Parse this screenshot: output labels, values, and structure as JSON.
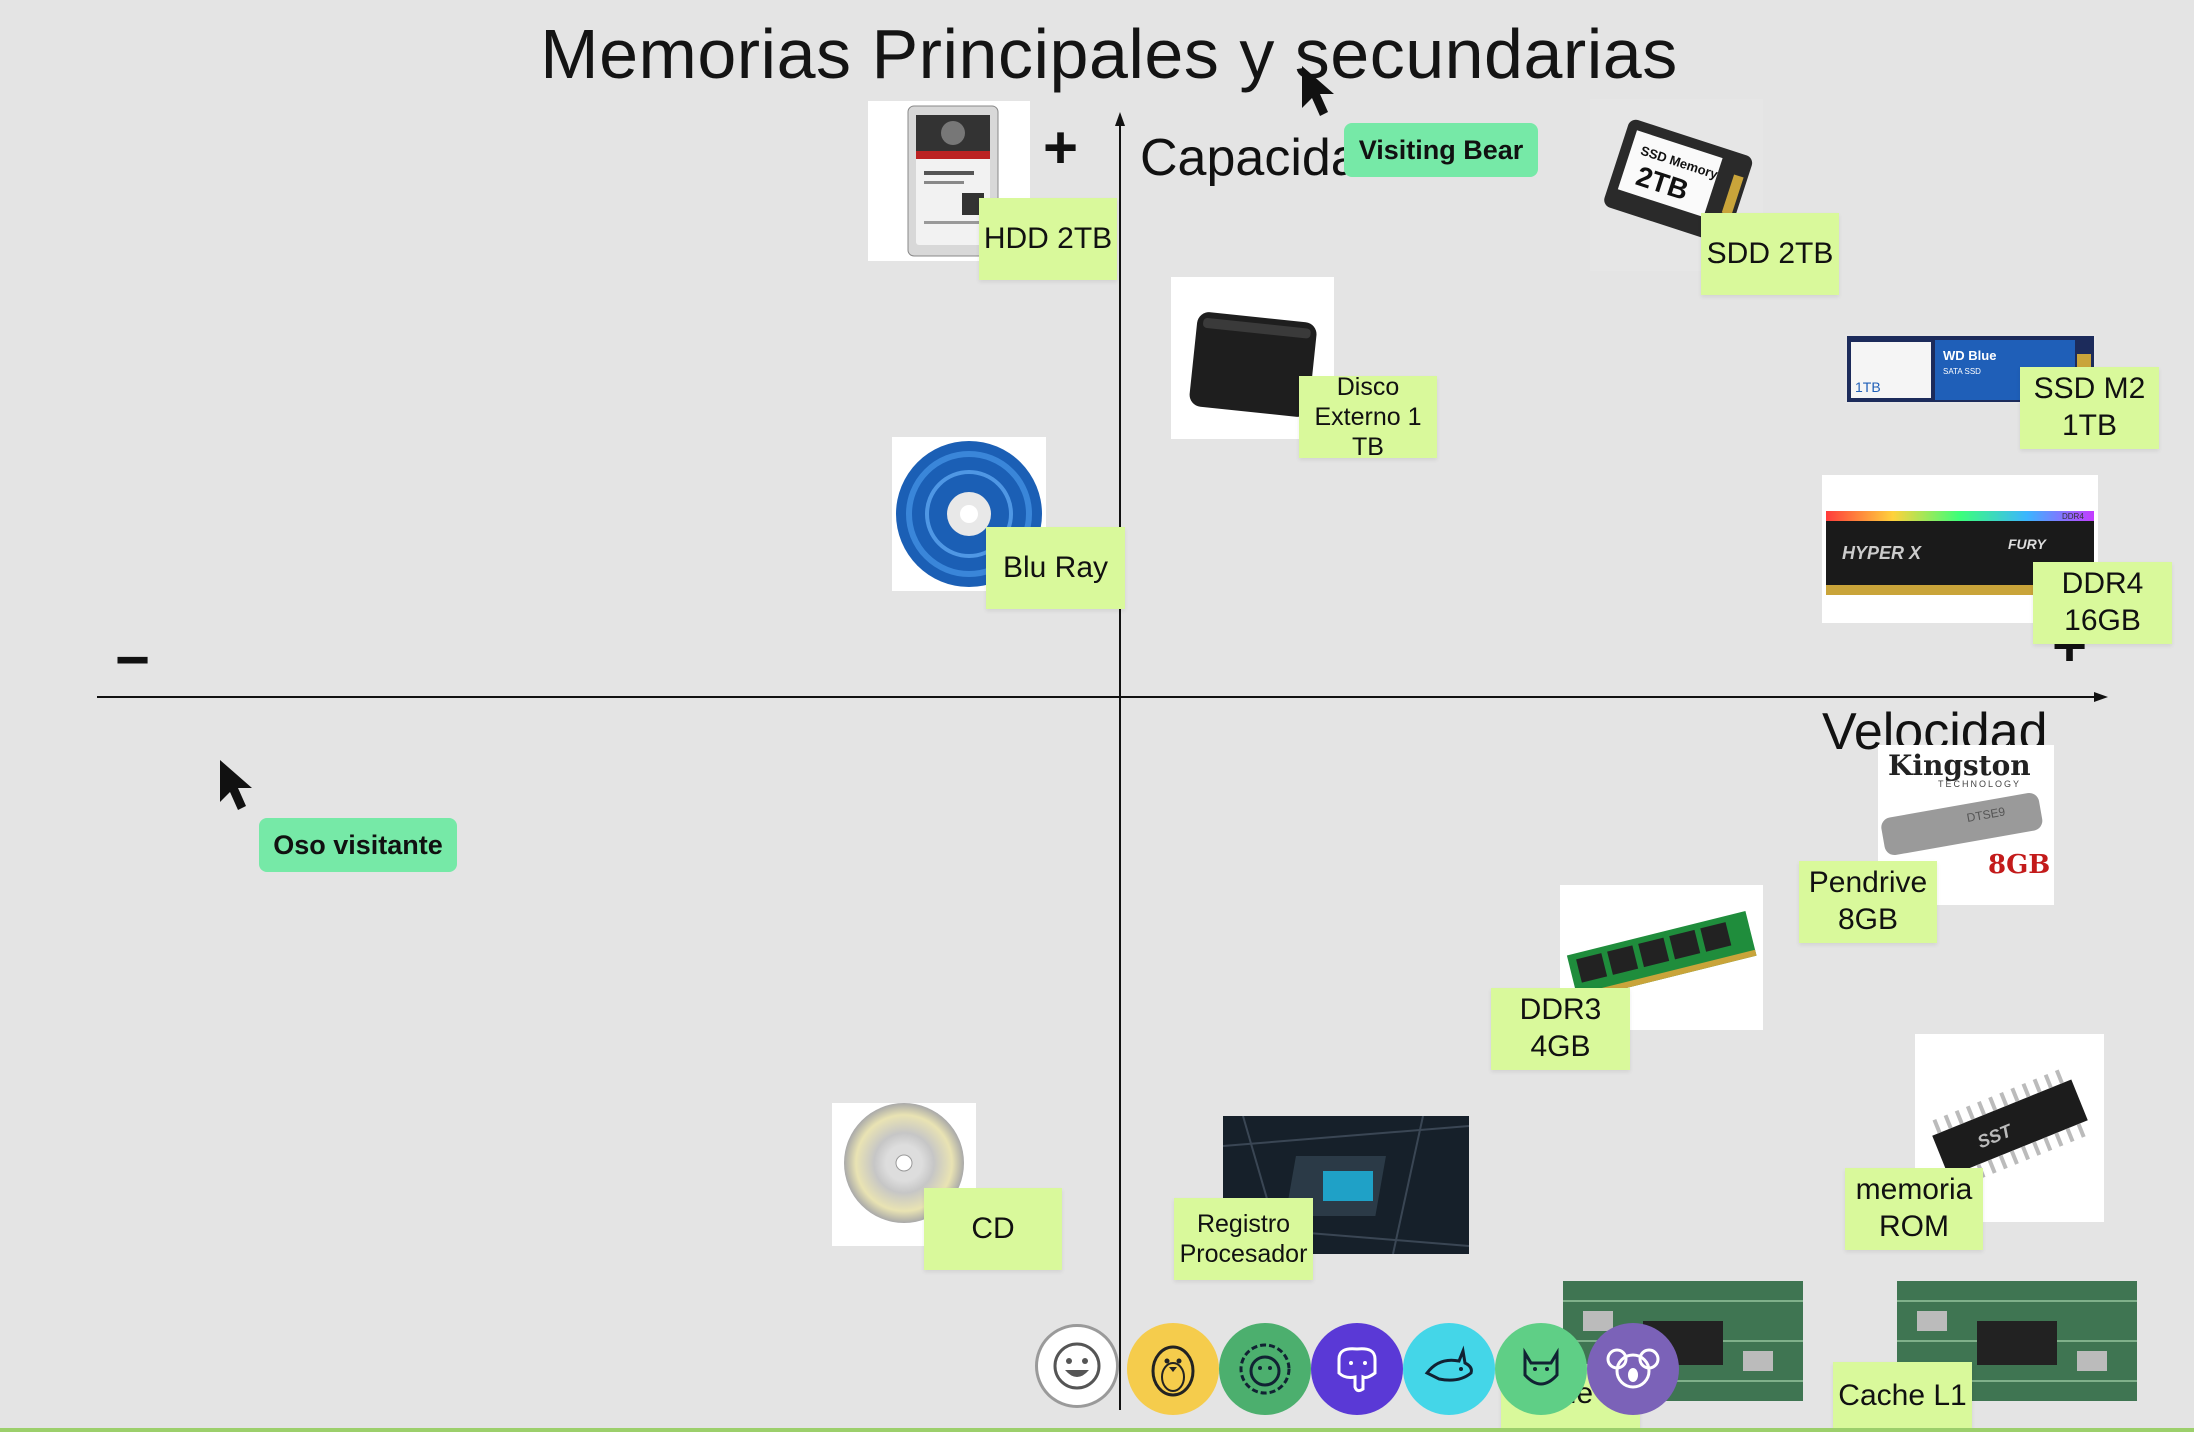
{
  "title": "Memorias Principales y secundarias",
  "axes": {
    "y_label": "Capacidad",
    "x_label": "Velocidad",
    "plus": "+",
    "minus": "−"
  },
  "stickies": [
    {
      "id": "hdd",
      "label": "HDD 2TB"
    },
    {
      "id": "sdd",
      "label": "SDD 2TB"
    },
    {
      "id": "ext",
      "label": "Disco Externo 1 TB"
    },
    {
      "id": "m2",
      "label": "SSD M2 1TB"
    },
    {
      "id": "bluray",
      "label": "Blu Ray"
    },
    {
      "id": "ddr4",
      "label": "DDR4 16GB"
    },
    {
      "id": "pendrive",
      "label": "Pendrive 8GB"
    },
    {
      "id": "ddr3",
      "label": "DDR3 4GB"
    },
    {
      "id": "cd",
      "label": "CD"
    },
    {
      "id": "registro",
      "label": "Registro Procesador"
    },
    {
      "id": "rom",
      "label": "memoria ROM"
    },
    {
      "id": "l2",
      "label": "Cache L2"
    },
    {
      "id": "l1",
      "label": "Cache L1"
    }
  ],
  "product_text": {
    "ssd_label": "SSD Memory",
    "ssd_size": "2TB",
    "wd_brand": "WD Blue",
    "wd_sub": "SATA SSD",
    "wd_size": "1TB",
    "hyperx": "HYPER X",
    "fury": "FURY",
    "ddr4": "DDR4",
    "kingston": "Kingston",
    "kingston_sub": "TECHNOLOGY",
    "dt": "DTSE9",
    "pen_size": "8GB",
    "sst": "SST"
  },
  "collaborators": [
    {
      "name": "Visiting Bear"
    },
    {
      "name": "Oso visitante"
    }
  ],
  "avatars": [
    {
      "icon": "smiley-icon",
      "color": "#ffffff"
    },
    {
      "icon": "penguin-icon",
      "color": "#f5cc4c"
    },
    {
      "icon": "lion-icon",
      "color": "#4caf6e"
    },
    {
      "icon": "elephant-icon",
      "color": "#5a39d6"
    },
    {
      "icon": "shark-icon",
      "color": "#44d6e8"
    },
    {
      "icon": "bear-icon",
      "color": "#5fcf86"
    },
    {
      "icon": "koala-icon",
      "color": "#7b62b8"
    }
  ]
}
